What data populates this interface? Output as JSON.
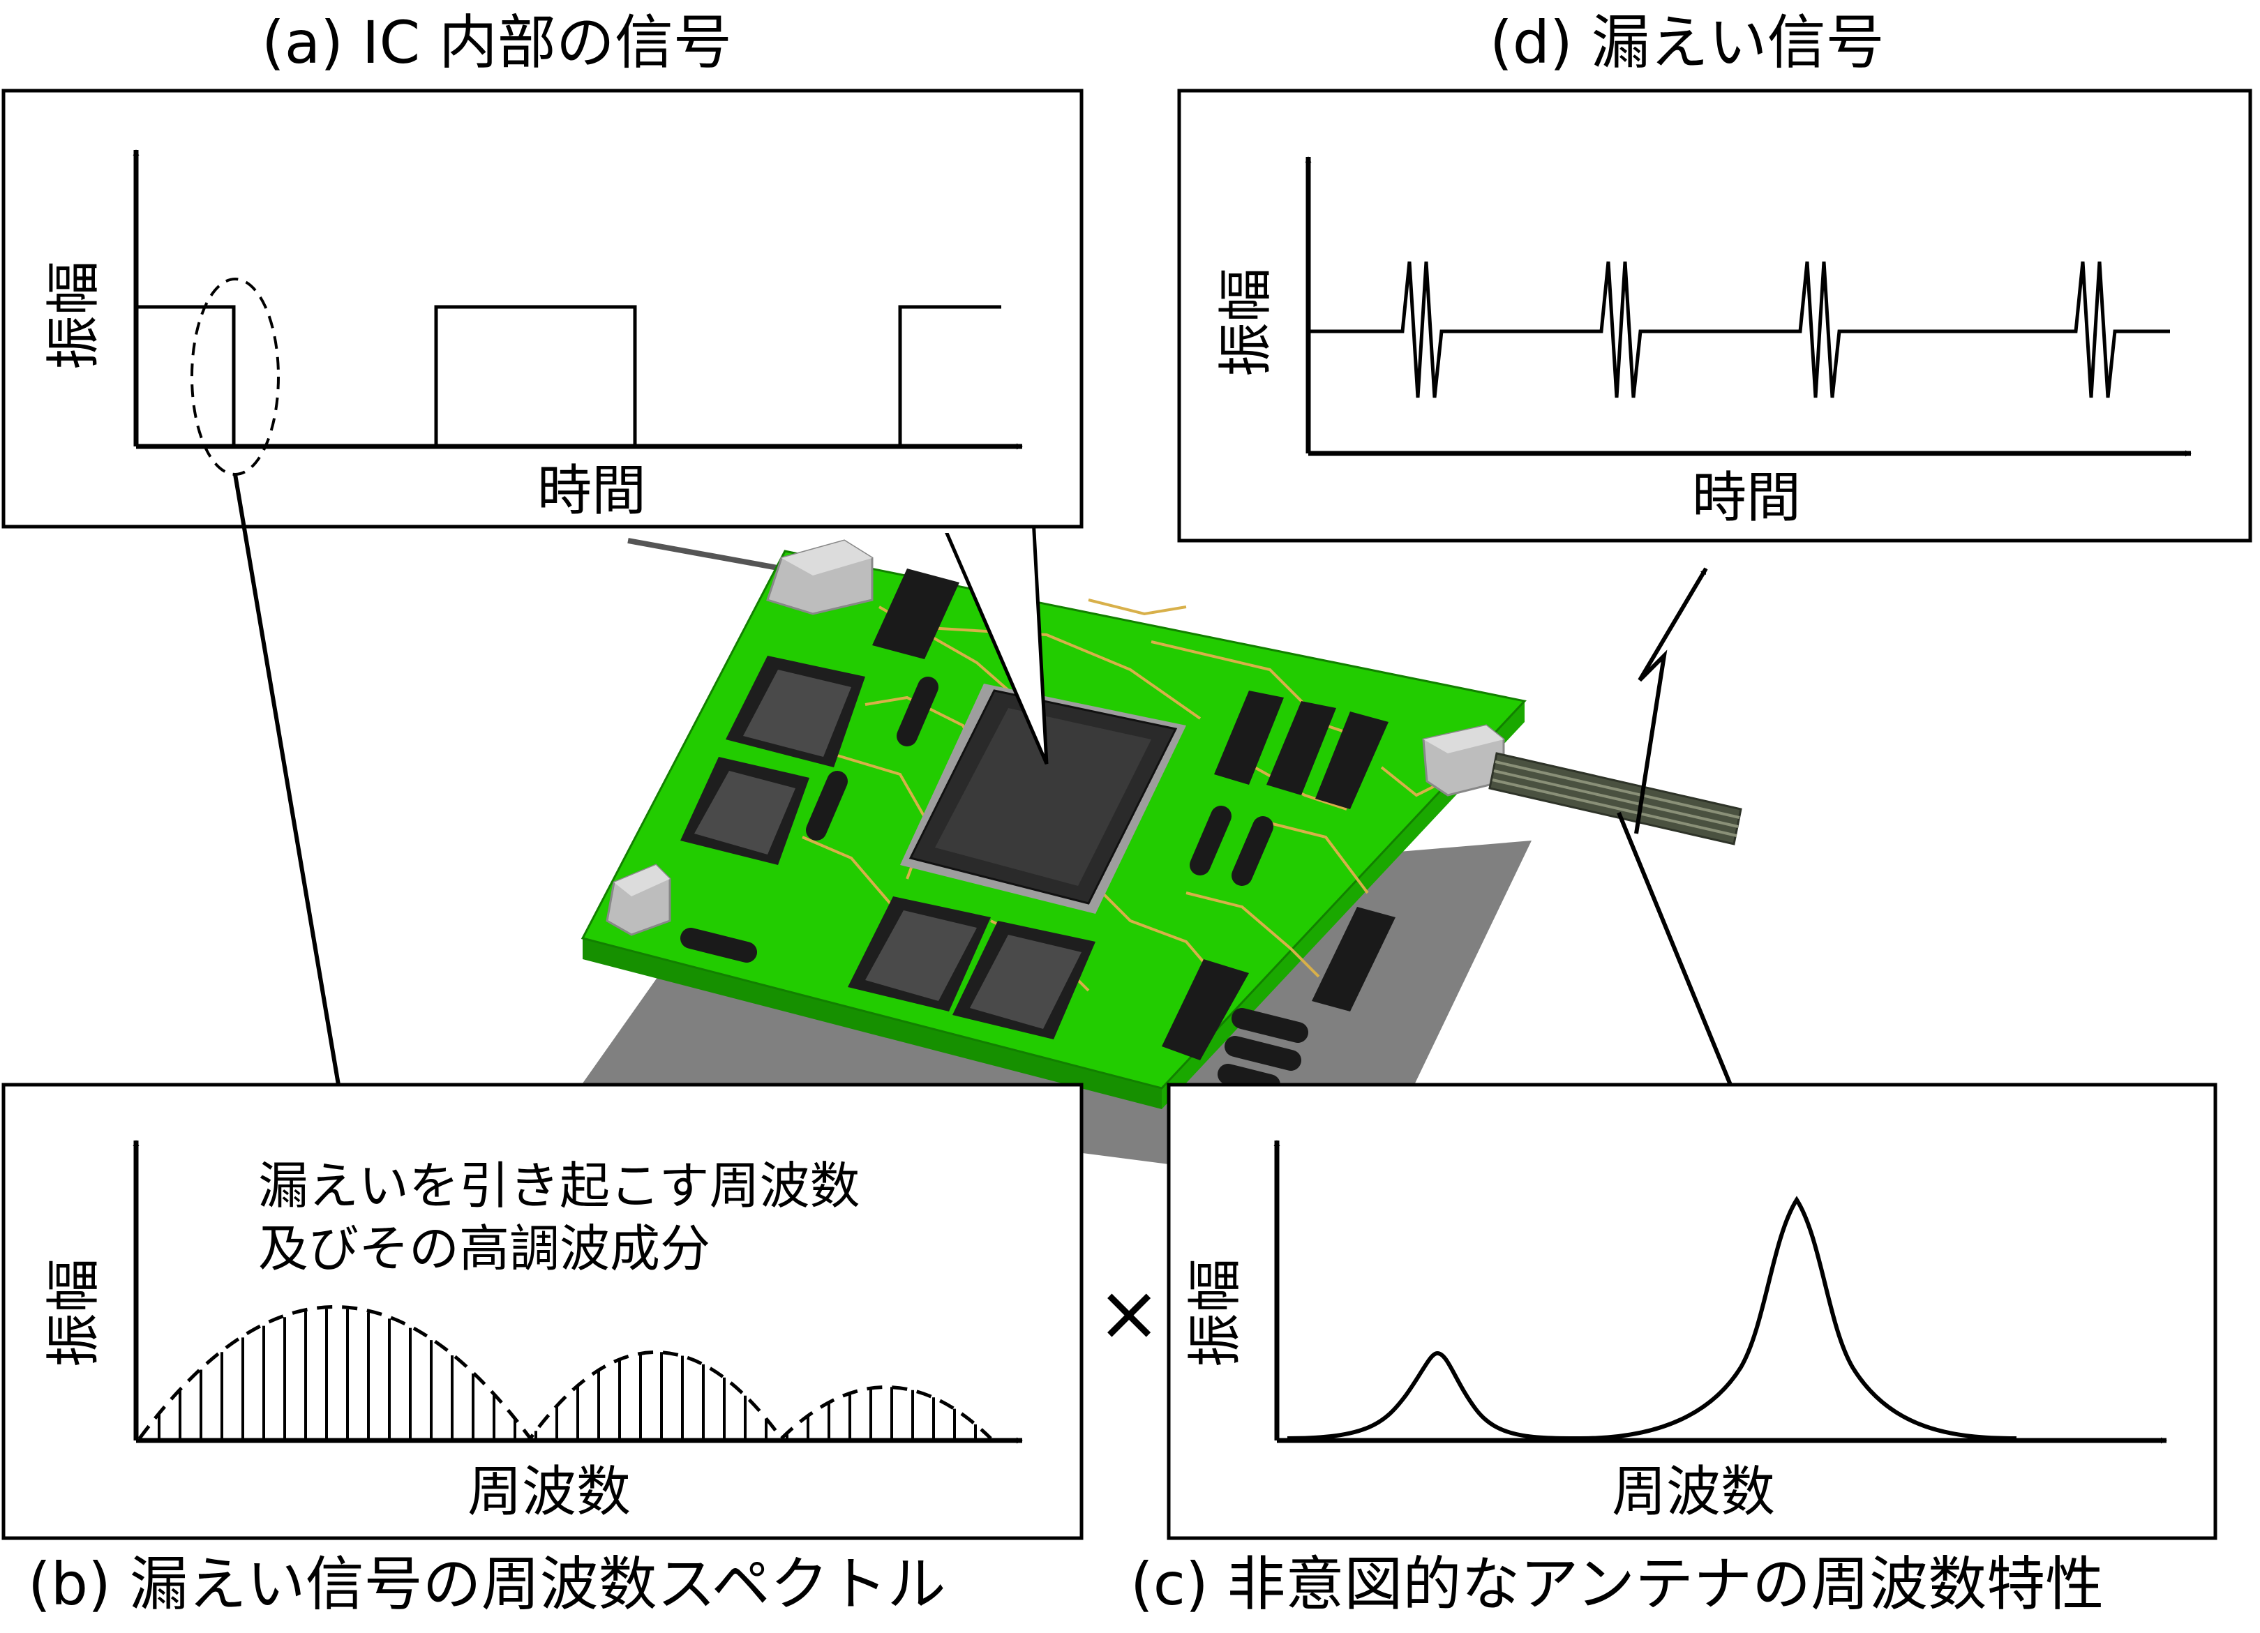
{
  "titles": {
    "a": "(a) IC 内部の信号",
    "b": "(b) 漏えい信号の周波数スペクトル",
    "c": "(c) 非意図的なアンテナの周波数特性",
    "d": "(d) 漏えい信号"
  },
  "panel_a": {
    "ylabel": "振幅",
    "xlabel": "時間"
  },
  "panel_b": {
    "ylabel": "振幅",
    "xlabel": "周波数",
    "note_line1": "漏えいを引き起こす周波数",
    "note_line2": "及びその高調波成分"
  },
  "panel_c": {
    "ylabel": "振幅",
    "xlabel": "周波数"
  },
  "panel_d": {
    "ylabel": "振幅",
    "xlabel": "時間"
  },
  "multiply_symbol": "×",
  "colors": {
    "pcb_green": "#22cc00",
    "pcb_edge": "#169000",
    "trace": "#d8b04a",
    "chip": "#2a2a2a",
    "connector": "#bdbdbd",
    "shadow": "#808080",
    "cable": "#4a5140"
  }
}
